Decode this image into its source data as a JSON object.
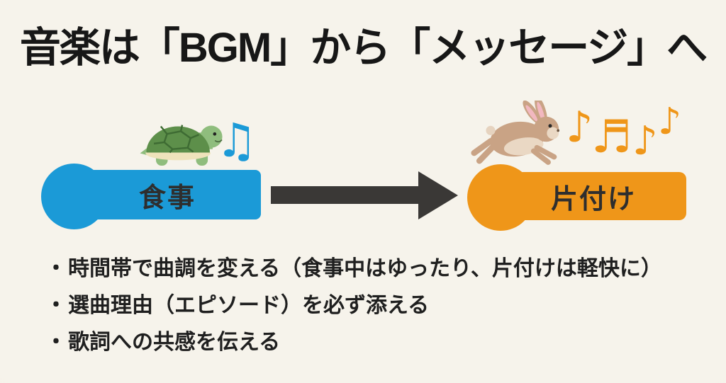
{
  "title": "音楽は「BGM」から「メッセージ」へ",
  "diagram": {
    "left": {
      "label": "食事",
      "icon": "turtle",
      "note": "♫",
      "color": "#1b9ad7"
    },
    "arrow": {
      "direction": "right",
      "color": "#3a3836"
    },
    "right": {
      "label": "片付け",
      "icon": "rabbit",
      "notes": [
        "♪",
        "♬",
        "♪",
        "♪"
      ],
      "color": "#ef9619"
    }
  },
  "bullets": {
    "marker": "・",
    "items": [
      "時間帯で曲調を変える（食事中はゆったり、片付けは軽快に）",
      "選曲理由（エピソード）を必ず添える",
      "歌詞への共感を伝える"
    ]
  },
  "colors": {
    "background": "#f6f3eb",
    "blue": "#1b9ad7",
    "orange": "#ef9619",
    "arrow": "#3a3836",
    "title_text": "#171717",
    "body_text": "#1f1f1f",
    "pill_label": "#2e2e2e"
  }
}
